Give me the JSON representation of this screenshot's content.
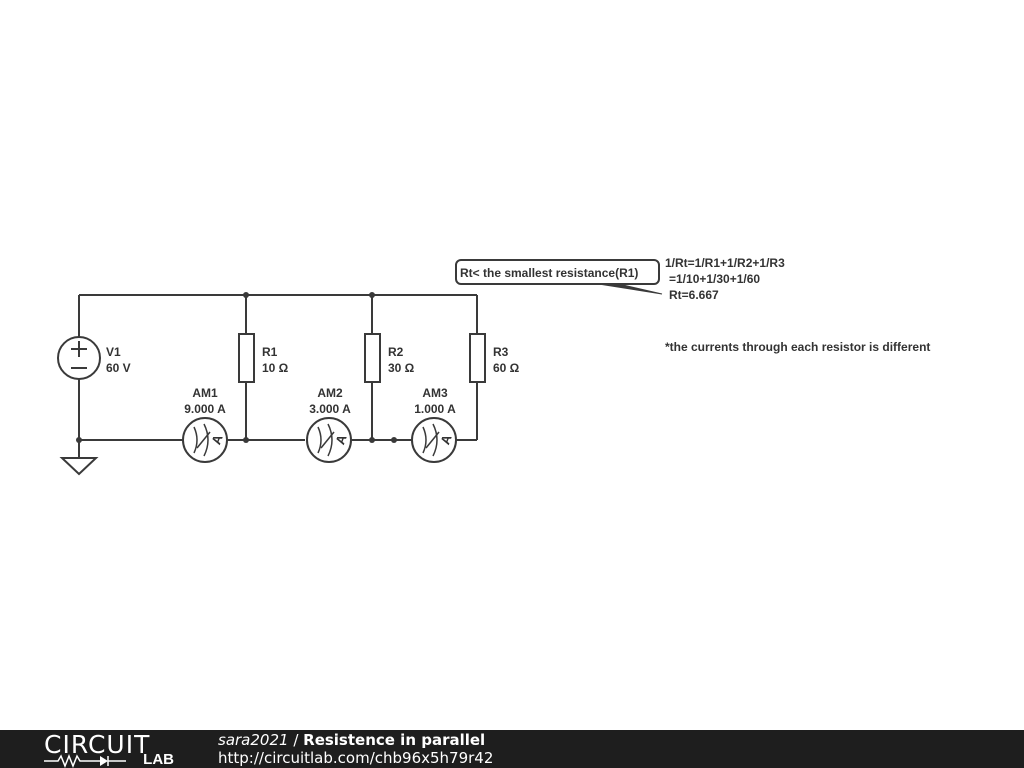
{
  "components": {
    "V1": {
      "name": "V1",
      "value": "60 V"
    },
    "R1": {
      "name": "R1",
      "value": "10 Ω"
    },
    "R2": {
      "name": "R2",
      "value": "30 Ω"
    },
    "R3": {
      "name": "R3",
      "value": "60 Ω"
    },
    "AM1": {
      "name": "AM1",
      "value": "9.000 A",
      "glyph": "A"
    },
    "AM2": {
      "name": "AM2",
      "value": "3.000 A",
      "glyph": "A"
    },
    "AM3": {
      "name": "AM3",
      "value": "1.000 A",
      "glyph": "A"
    }
  },
  "callout": {
    "text": "Rt< the smallest resistance(R1)"
  },
  "formula": {
    "line1": "1/Rt=1/R1+1/R2+1/R3",
    "line2": "=1/10+1/30+1/60",
    "line3": "Rt=6.667"
  },
  "note": "*the currents through each resistor is different",
  "footer": {
    "logo_top": "CIRCUIT",
    "logo_bottom": "LAB",
    "author": "sara2021",
    "separator": " / ",
    "title": "Resistence in parallel",
    "url": "http://circuitlab.com/chb96x5h79r42"
  },
  "colors": {
    "wire": "#3a3a3a",
    "text": "#333333",
    "footer_bg": "#1e1e1e"
  }
}
